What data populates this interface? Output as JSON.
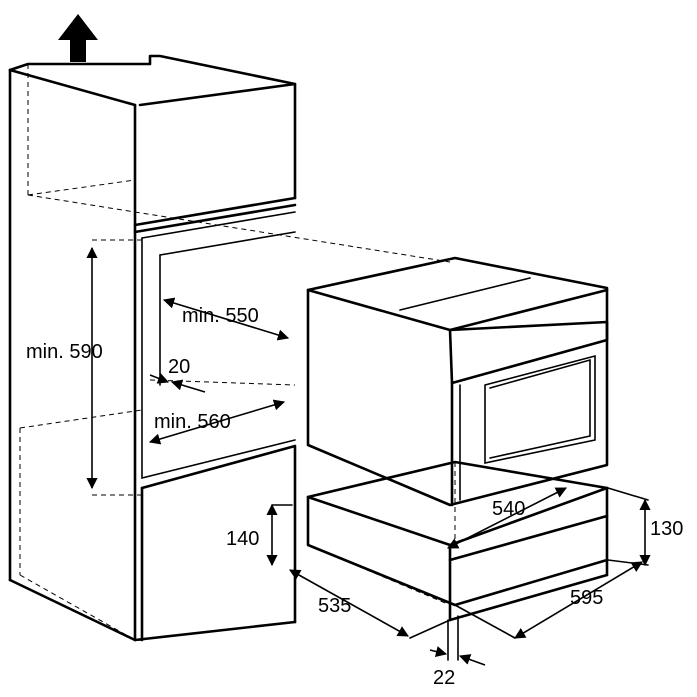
{
  "labels": {
    "min_590": "min. 590",
    "min_550": "min. 550",
    "dim_20": "20",
    "min_560": "min. 560",
    "dim_140": "140",
    "dim_540": "540",
    "dim_130": "130",
    "dim_535": "535",
    "dim_595": "595",
    "dim_22": "22"
  }
}
